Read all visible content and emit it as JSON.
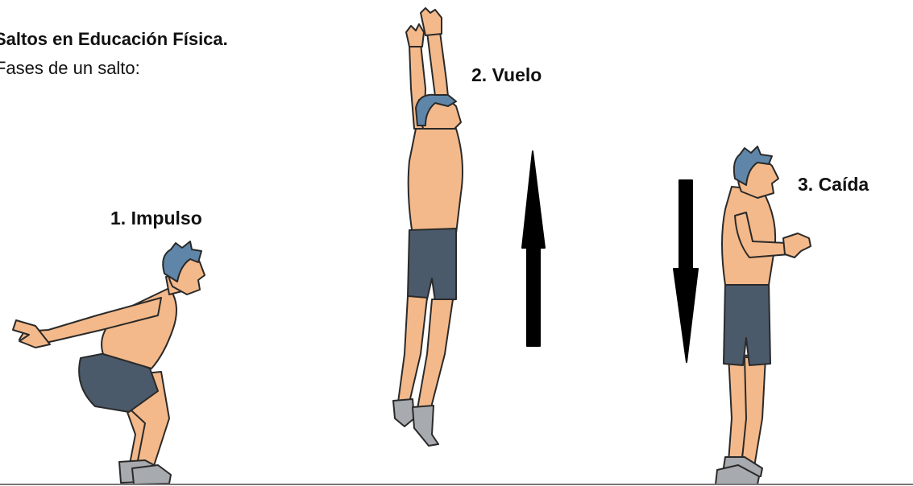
{
  "header": {
    "title": "Saltos en Educación Física.",
    "subtitle": "Fases de un salto:"
  },
  "phases": [
    {
      "label": "1. Impulso"
    },
    {
      "label": "2. Vuelo"
    },
    {
      "label": "3. Caída"
    }
  ],
  "colors": {
    "skin": "#f4b98a",
    "hair": "#5f86a8",
    "shorts": "#4b5a6b",
    "shoes": "#a7aaae",
    "arrow": "#000000",
    "outline": "#2a2a2a"
  },
  "arrows": [
    {
      "name": "up-arrow",
      "direction": "up"
    },
    {
      "name": "down-arrow",
      "direction": "down"
    }
  ]
}
